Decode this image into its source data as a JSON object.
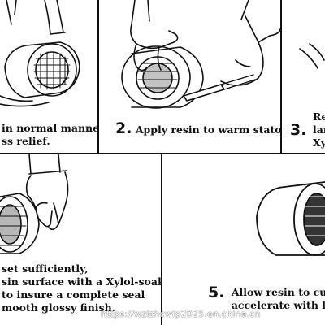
{
  "steps": [
    {
      "line1": "in normal manner,",
      "line2": "ss relief."
    },
    {
      "number": "2.",
      "text": "Apply resin to warm stator."
    },
    {
      "number": "3.",
      "line1": "Re",
      "line2": "lar",
      "line3": "Xy"
    },
    {
      "line1": "set sufficiently,",
      "line2": "sin surface with a Xylol-soaked",
      "line3": "to insure a complete seal",
      "line4": "mooth glossy finish."
    },
    {
      "number": "5.",
      "line1": "Allow resin to cure a",
      "line2": "accelerate with low t"
    }
  ],
  "watermark": "https://wzlzhcwip2025.en.china.cn",
  "colors": {
    "ink": "#111111",
    "paper": "#ffffff"
  }
}
